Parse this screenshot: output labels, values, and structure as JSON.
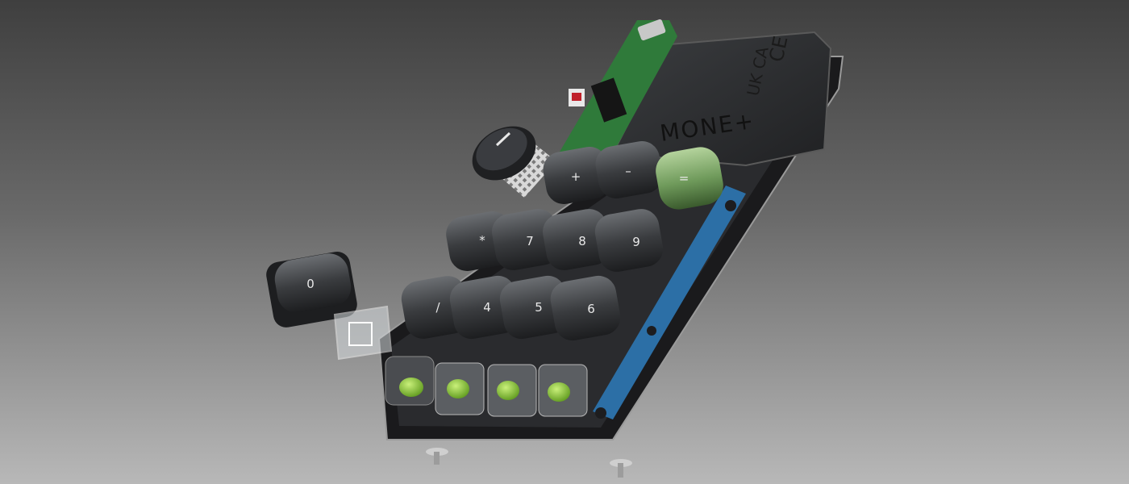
{
  "product": {
    "brand_mark": "MONE+",
    "certifications": [
      "CE",
      "UK CA"
    ]
  },
  "keys": {
    "top_row": [
      "+",
      "–",
      "="
    ],
    "row_2": [
      "*",
      "7",
      "8",
      "9"
    ],
    "row_3": [
      "/",
      "4",
      "5",
      "6"
    ],
    "loose_key": "0"
  },
  "colors": {
    "accent_key": "#7fa86a",
    "switch_stem": "#8fd13a",
    "pcb": "#2f7a3a",
    "battery_strip": "#2c6fa6",
    "key_body": "#3a3c3f"
  }
}
